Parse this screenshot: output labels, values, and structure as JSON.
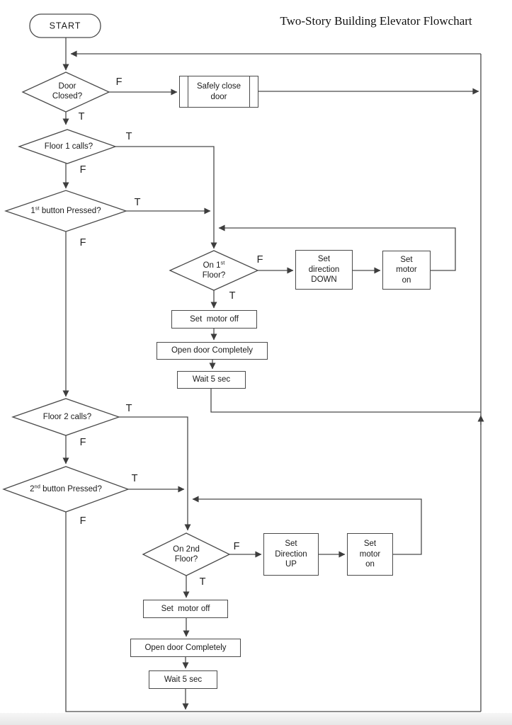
{
  "title": "Two-Story Building Elevator Flowchart",
  "colors": {
    "line": "#4a4a4a",
    "text": "#1a1a1a",
    "background": "#ffffff"
  },
  "nodes": {
    "start": "START",
    "door_closed": {
      "line1": "Door",
      "line2": "Closed?"
    },
    "floor1_calls": "Floor 1 calls?",
    "btn1_pressed": {
      "pre": "1",
      "sup": "st",
      "post": " button Pressed?"
    },
    "safely_close_door": {
      "line1": "Safely close",
      "line2": "door"
    },
    "on_1st_floor": {
      "pre": "On 1",
      "sup": "st",
      "line2": "Floor?"
    },
    "set_direction_down": {
      "line1": "Set",
      "line2": "direction",
      "line3": "DOWN"
    },
    "set_motor_on_1": {
      "line1": "Set",
      "line2": "motor",
      "line3": "on"
    },
    "set_motor_off_1": "Set  motor off",
    "open_door_1": "Open door Completely",
    "wait_5_sec_1": "Wait 5 sec",
    "floor2_calls": "Floor 2 calls?",
    "btn2_pressed": {
      "pre": "2",
      "sup": "nd",
      "post": " button Pressed?"
    },
    "on_2nd_floor": {
      "line1": "On 2nd",
      "line2": "Floor?"
    },
    "set_direction_up": {
      "line1": "Set",
      "line2": "Direction",
      "line3": "UP"
    },
    "set_motor_on_2": {
      "line1": "Set",
      "line2": "motor",
      "line3": "on"
    },
    "set_motor_off_2": "Set  motor off",
    "open_door_2": "Open door Completely",
    "wait_5_sec_2": "Wait 5 sec"
  },
  "branch_labels": {
    "door_closed_f": "F",
    "door_closed_t": "T",
    "floor1_t": "T",
    "floor1_f": "F",
    "btn1_t": "T",
    "btn1_f": "F",
    "on1st_f": "F",
    "on1st_t": "T",
    "floor2_t": "T",
    "floor2_f": "F",
    "btn2_t": "T",
    "btn2_f": "F",
    "on2nd_f": "F",
    "on2nd_t": "T"
  }
}
